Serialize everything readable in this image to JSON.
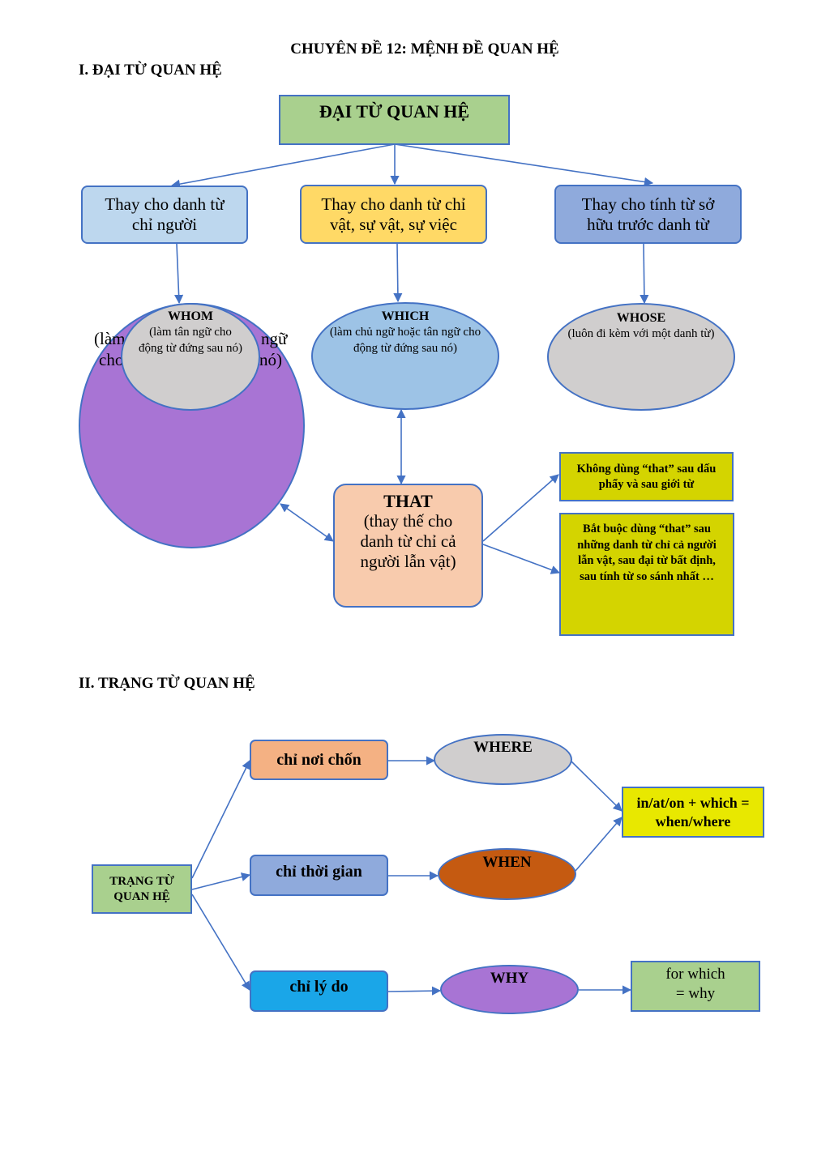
{
  "page": {
    "title": "CHUYÊN ĐỀ 12: MỆNH ĐỀ QUAN HỆ",
    "section1": "I. ĐẠI TỪ QUAN HỆ",
    "section2": "II. TRẠNG TỪ QUAN HỆ"
  },
  "pronouns": {
    "root": "ĐẠI TỪ QUAN HỆ",
    "cat_people": "Thay cho danh từ chỉ người",
    "cat_things": "Thay cho danh từ chỉ vật, sự vật, sự việc",
    "cat_possessive": "Thay cho tính từ sở hữu trước danh từ",
    "hidden_left": "(làm",
    "hidden_left2": "cho",
    "hidden_right": "ngữ",
    "hidden_right2": "nó)",
    "whom": {
      "title": "WHOM",
      "desc": "(làm tân ngữ cho động từ đứng sau nó)"
    },
    "which": {
      "title": "WHICH",
      "desc": "(làm chủ ngữ hoặc tân ngữ cho động từ đứng sau nó)"
    },
    "whose": {
      "title": "WHOSE",
      "desc": "(luôn đi kèm với một danh từ)"
    },
    "that": {
      "title": "THAT",
      "desc": "(thay thế cho danh từ chỉ cả người lẫn vật)"
    },
    "note_not_used": "Không dùng “that” sau dấu phẩy và sau giới từ",
    "note_must_use": "Bắt buộc dùng “that” sau những danh từ chỉ cả người lẫn vật, sau đại từ bất định, sau tính từ so sánh nhất …"
  },
  "adverbs": {
    "root": "TRẠNG TỪ QUAN HỆ",
    "place": "chỉ nơi chốn",
    "time": "chỉ thời gian",
    "reason": "chỉ lý do",
    "where": "WHERE",
    "when": "WHEN",
    "why": "WHY",
    "prep_which": "in/at/on + which = when/where",
    "for_which": "for which = why"
  },
  "colors": {
    "green": "#a9d08e",
    "light_blue": "#bdd7ee",
    "yellow": "#ffd966",
    "blue": "#8faadc",
    "grey": "#d0cece",
    "sky": "#9dc3e6",
    "purple": "#a874d4",
    "peach": "#f8cbad",
    "olive": "#d4d400",
    "salmon": "#f4b183",
    "cyan": "#1aa6e8",
    "rust": "#c55a11",
    "bright_yellow": "#e8e800",
    "arrow": "#4472c4"
  }
}
